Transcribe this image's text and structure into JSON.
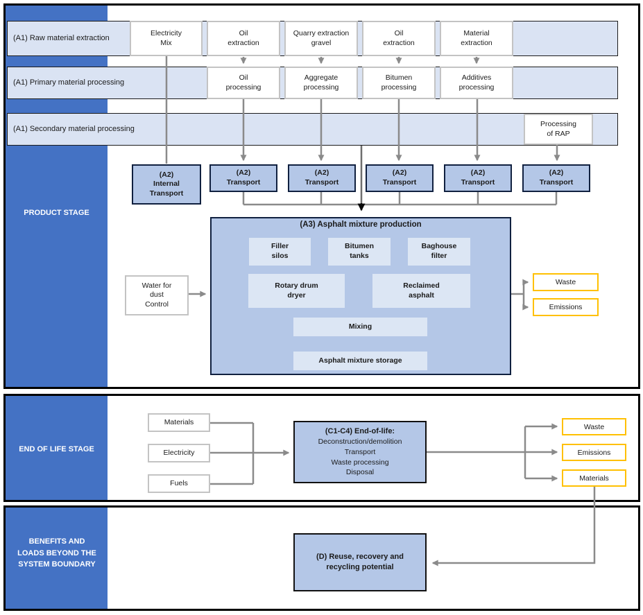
{
  "colors": {
    "sidebar_blue": "#4472C4",
    "stage_box_blue": "#B4C7E7",
    "band_blue": "#DAE3F3",
    "inner_box_blue": "#DCE6F4",
    "highlight_yellow": "#FFC000",
    "line_gray": "#8A8A8A"
  },
  "product_stage": {
    "sidebar_label": "PRODUCT STAGE",
    "row_raw_label": "(A1) Raw material extraction",
    "row_primary_label": "(A1) Primary material processing",
    "row_secondary_label": "(A1) Secondary material processing",
    "raw_boxes": [
      "Electricity\nMix",
      "Oil\nextraction",
      "Quarry extraction\ngravel",
      "Oil\nextraction",
      "Material\nextraction"
    ],
    "primary_boxes": [
      "Oil\nprocessing",
      "Aggregate\nprocessing",
      "Bitumen\nprocessing",
      "Additives\nprocessing"
    ],
    "rap_box": "Processing\nof RAP",
    "internal_transport_label": "(A2)\nInternal\nTransport",
    "transport_label": "(A2)\nTransport",
    "a3_title": "(A3) Asphalt mixture production",
    "a3_inner": [
      "Filler\nsilos",
      "Bitumen\ntanks",
      "Baghouse\nfilter",
      "Rotary drum\ndryer",
      "Reclaimed\nasphalt",
      "Mixing",
      "Asphalt mixture storage"
    ],
    "water_box": "Water for\ndust\nControl",
    "waste_label": "Waste",
    "emissions_label": "Emissions"
  },
  "end_of_life": {
    "sidebar_label": "END OF LIFE STAGE",
    "inputs": [
      "Materials",
      "Electricity",
      "Fuels"
    ],
    "c_box_title": "(C1-C4) End-of-life:",
    "c_box_lines": [
      "Deconstruction/demolition",
      "Transport",
      "Waste processing",
      "Disposal"
    ],
    "outputs": [
      "Waste",
      "Emissions",
      "Materials"
    ]
  },
  "benefits": {
    "sidebar_label": "BENEFITS AND LOADS BEYOND THE SYSTEM BOUNDARY",
    "d_box": "(D) Reuse, recovery and recycling potential"
  }
}
